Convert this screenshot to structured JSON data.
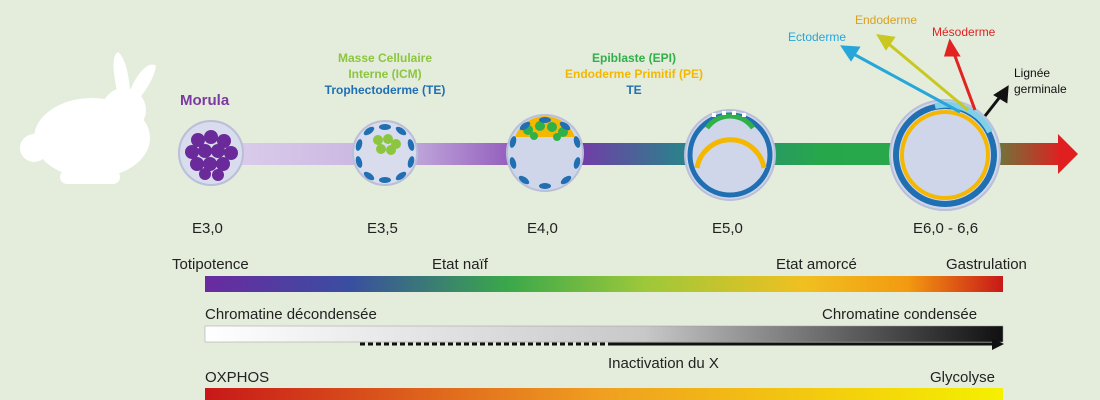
{
  "colors": {
    "morula": "#7a3aa0",
    "icm": "#8cc63f",
    "te": "#1f6fb2",
    "epi": "#2fb04a",
    "pe": "#f5b800",
    "ectoderme": "#27a6d9",
    "endoderme": "#d9a11e",
    "mesoderme": "#e32222",
    "lignee": "#111111"
  },
  "stages": {
    "morula": "Morula",
    "icm": "Masse Cellulaire",
    "icm2": "Interne (ICM)",
    "te": "Trophectoderme (TE)",
    "epi": "Epiblaste (EPI)",
    "pe": "Endoderme Primitif (PE)",
    "te2": "TE"
  },
  "germ_layers": {
    "ectoderme": "Ectoderme",
    "endoderme": "Endoderme",
    "mesoderme": "Mésoderme",
    "lignee": "Lignée",
    "lignee2": "germinale"
  },
  "timepoints": [
    "E3,0",
    "E3,5",
    "E4,0",
    "E5,0",
    "E6,0 - 6,6"
  ],
  "bars": {
    "potency": {
      "left": "Totipotence",
      "mid": "Etat naïf",
      "mid2": "Etat amorcé",
      "right": "Gastrulation"
    },
    "chromatin": {
      "left": "Chromatine décondensée",
      "right": "Chromatine condensée"
    },
    "x_inactivation": "Inactivation du X",
    "metabolism": {
      "left": "OXPHOS",
      "right": "Glycolyse"
    }
  }
}
